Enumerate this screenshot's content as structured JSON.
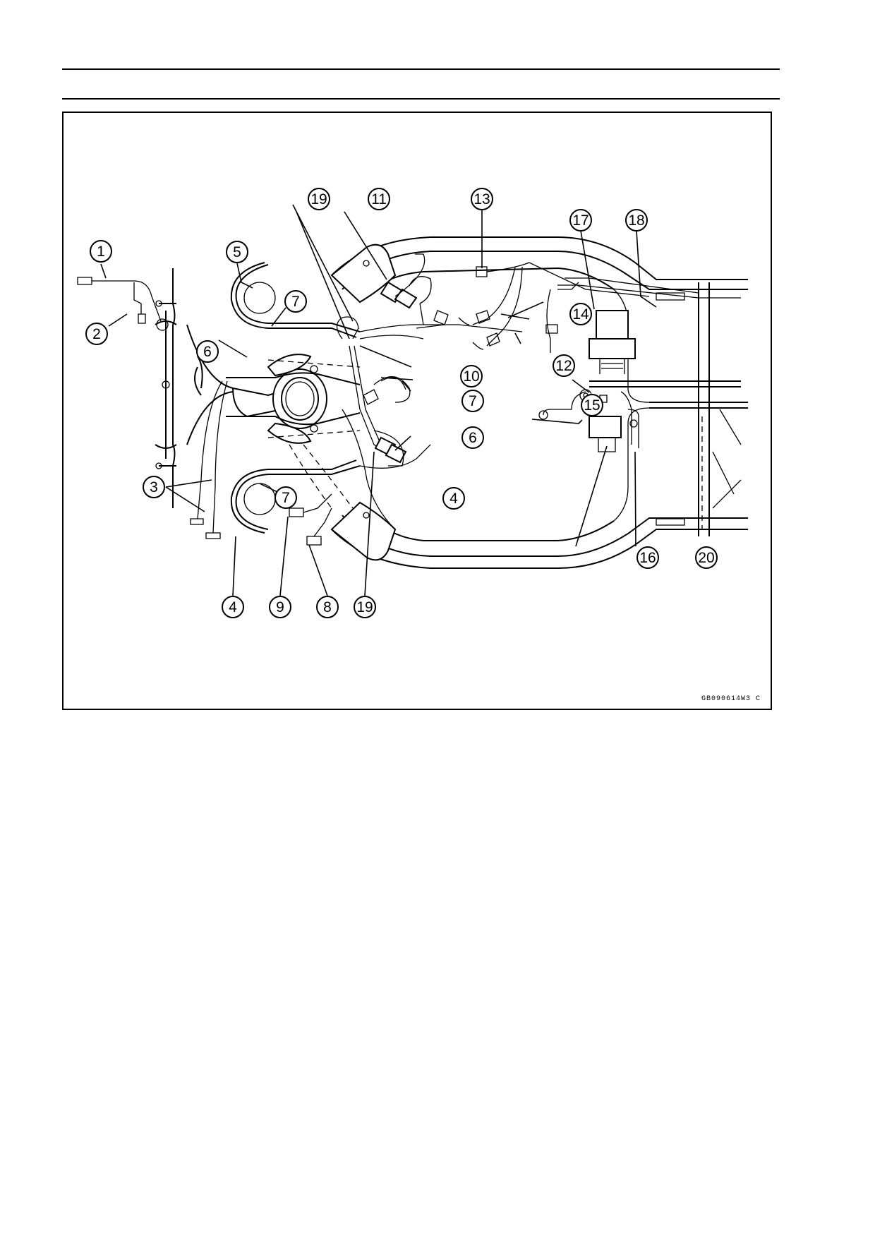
{
  "figure": {
    "code": "GB090614W3 C",
    "callouts": [
      {
        "id": "callout-1",
        "label": "1"
      },
      {
        "id": "callout-2",
        "label": "2"
      },
      {
        "id": "callout-3",
        "label": "3"
      },
      {
        "id": "callout-4-left",
        "label": "4"
      },
      {
        "id": "callout-4-right",
        "label": "4"
      },
      {
        "id": "callout-5",
        "label": "5"
      },
      {
        "id": "callout-6-left",
        "label": "6"
      },
      {
        "id": "callout-6-right",
        "label": "6"
      },
      {
        "id": "callout-7-top",
        "label": "7"
      },
      {
        "id": "callout-7-mid",
        "label": "7"
      },
      {
        "id": "callout-7-bottom",
        "label": "7"
      },
      {
        "id": "callout-8",
        "label": "8"
      },
      {
        "id": "callout-9",
        "label": "9"
      },
      {
        "id": "callout-10",
        "label": "10"
      },
      {
        "id": "callout-11",
        "label": "11"
      },
      {
        "id": "callout-12",
        "label": "12"
      },
      {
        "id": "callout-13",
        "label": "13"
      },
      {
        "id": "callout-14",
        "label": "14"
      },
      {
        "id": "callout-15",
        "label": "15"
      },
      {
        "id": "callout-16",
        "label": "16"
      },
      {
        "id": "callout-17",
        "label": "17"
      },
      {
        "id": "callout-18",
        "label": "18"
      },
      {
        "id": "callout-19-top",
        "label": "19"
      },
      {
        "id": "callout-19-bottom",
        "label": "19"
      },
      {
        "id": "callout-20",
        "label": "20"
      }
    ]
  }
}
